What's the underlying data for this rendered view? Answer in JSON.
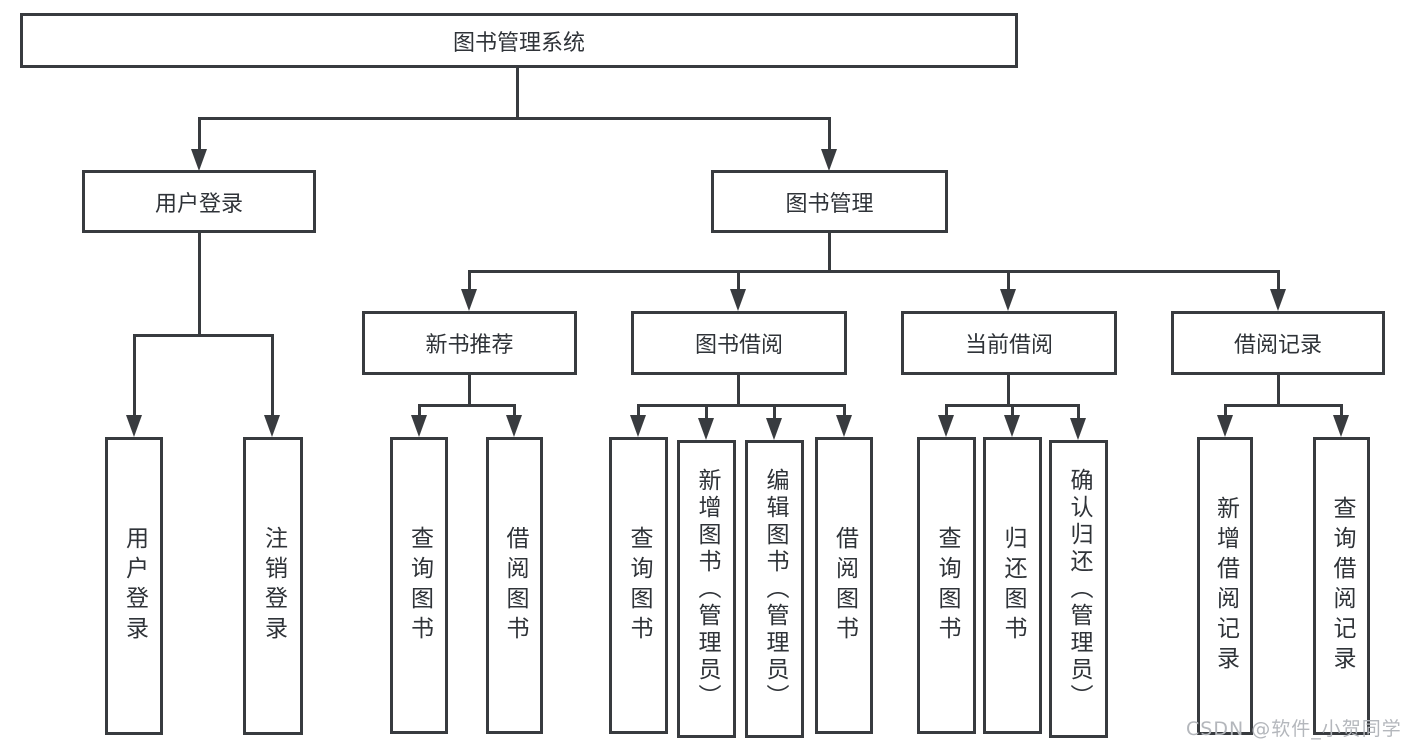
{
  "colors": {
    "line": "#383b3f",
    "text": "#2f3338",
    "background": "#ffffff",
    "watermark": "#b4b7bc"
  },
  "root": {
    "label": "图书管理系统"
  },
  "user_login": {
    "label": "用户登录",
    "children": [
      "用户登录",
      "注销登录"
    ]
  },
  "book_mgmt": {
    "label": "图书管理"
  },
  "new_book": {
    "label": "新书推荐",
    "children": [
      "查询图书",
      "借阅图书"
    ]
  },
  "book_borrow": {
    "label": "图书借阅",
    "children": [
      "查询图书",
      "新增图书（管理员）",
      "编辑图书（管理员）",
      "借阅图书"
    ]
  },
  "current_borrow": {
    "label": "当前借阅",
    "children": [
      "查询图书",
      "归还图书",
      "确认归还（管理员）"
    ]
  },
  "borrow_record": {
    "label": "借阅记录",
    "children": [
      "新增借阅记录",
      "查询借阅记录"
    ]
  },
  "watermark": {
    "text": "CSDN @软件_小贺同学"
  }
}
